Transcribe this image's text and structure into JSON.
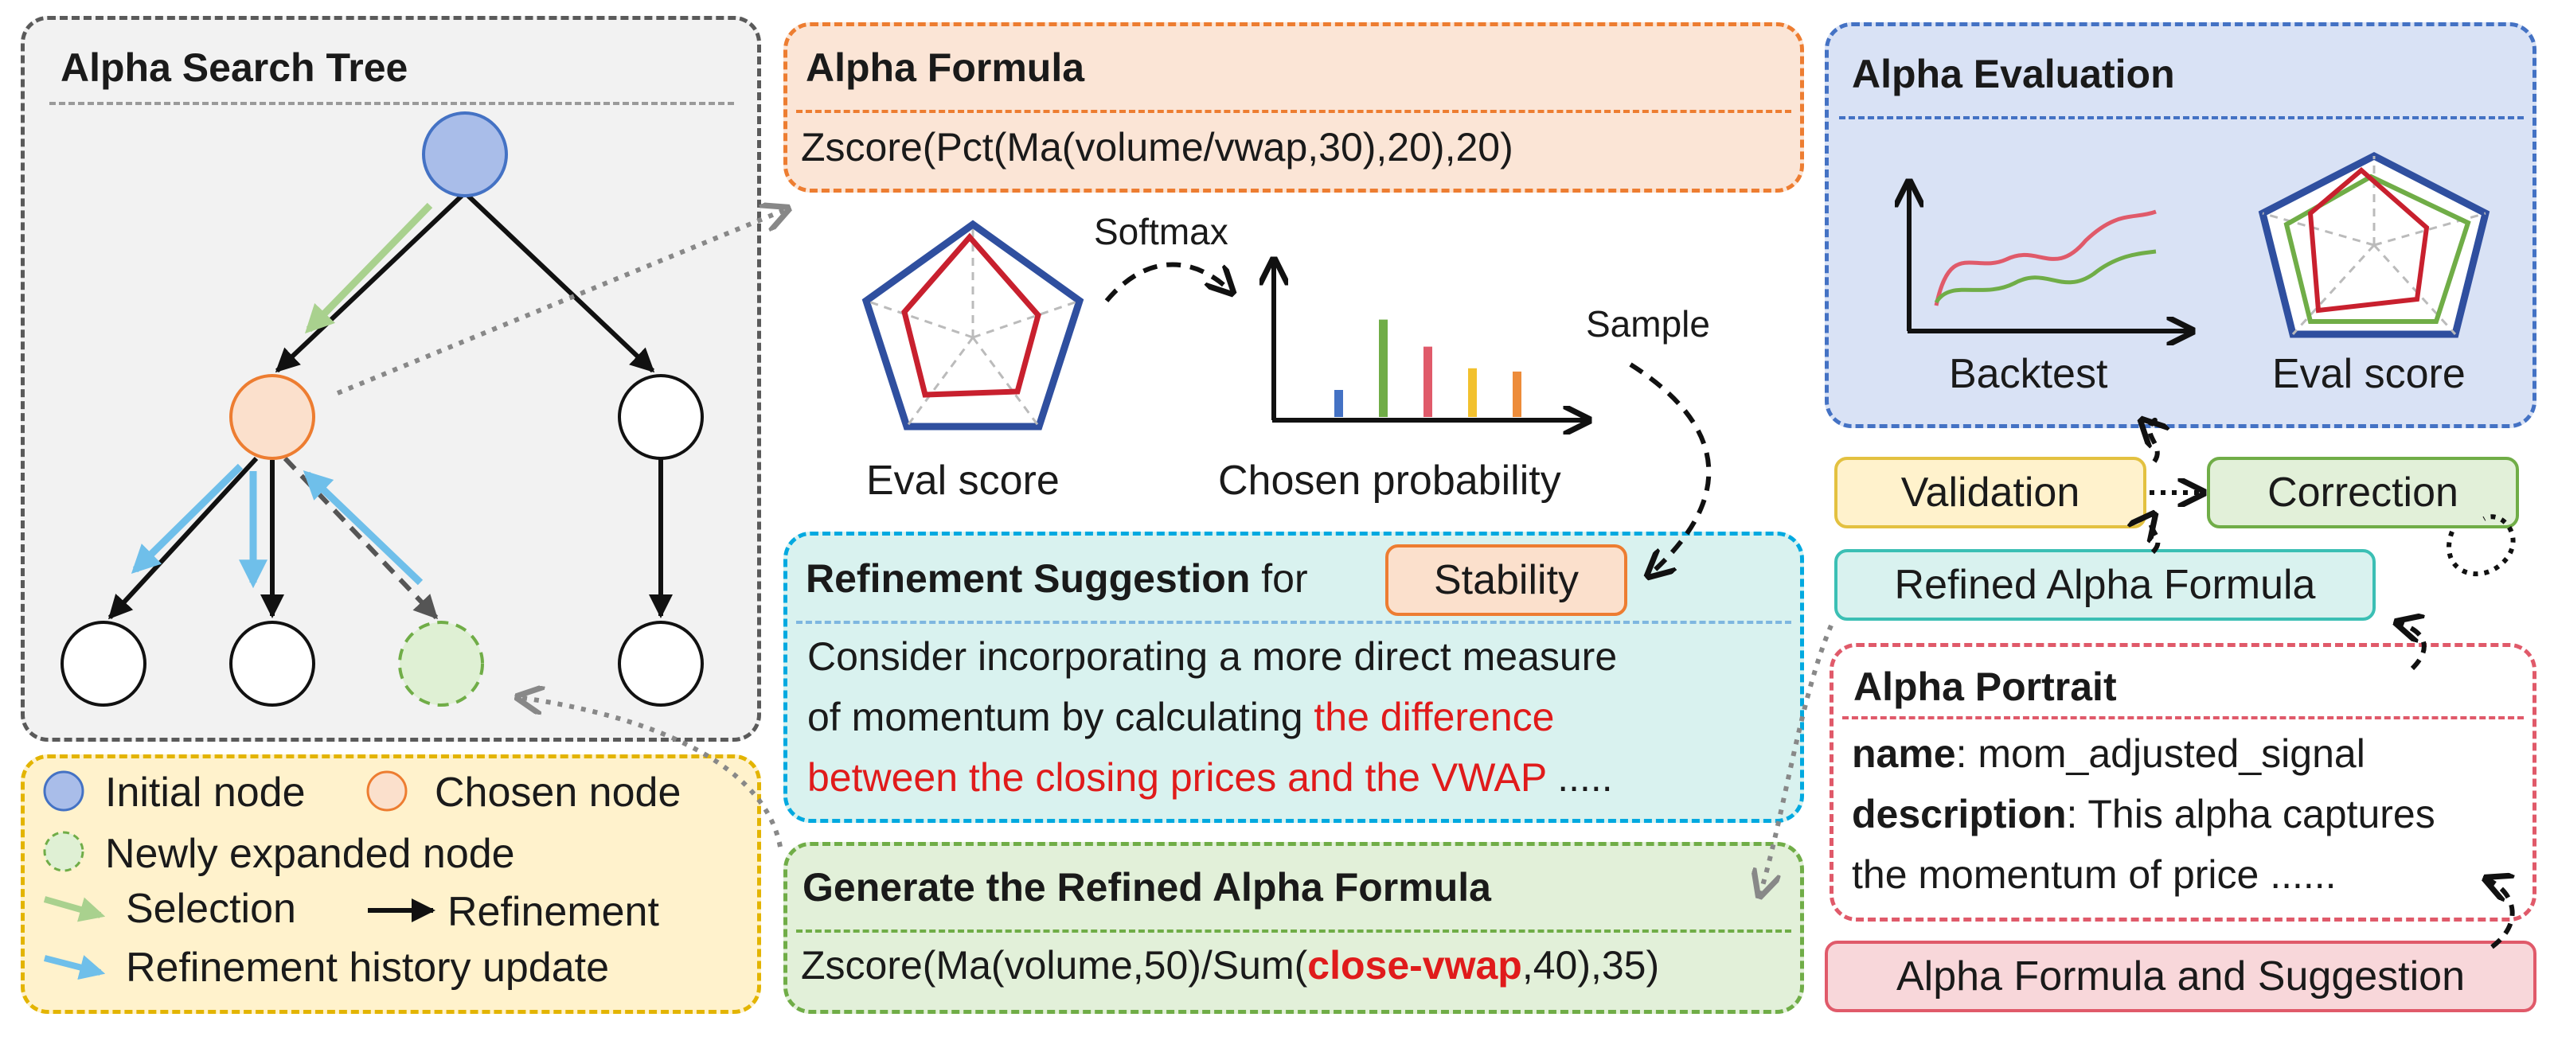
{
  "tree_panel": {
    "title": "Alpha Search Tree"
  },
  "legend": {
    "initial_node": "Initial node",
    "chosen_node": "Chosen node",
    "new_node": "Newly expanded node",
    "selection": "Selection",
    "refinement": "Refinement",
    "history_update": "Refinement history update",
    "colors": {
      "initial": "#a9bde9",
      "chosen": "#fbe0cc",
      "new": "#dff0d4",
      "selection": "#a9d18e",
      "history": "#6fbfea"
    }
  },
  "formula_panel": {
    "title": "Alpha Formula",
    "formula": "Zscore(Pct(Ma(volume/vwap,30),20),20)"
  },
  "middle": {
    "softmax": "Softmax",
    "sample": "Sample",
    "eval_score": "Eval score",
    "chosen_probability": "Chosen probability",
    "bar_values": [
      0.25,
      0.9,
      0.65,
      0.45,
      0.42
    ],
    "bar_colors": [
      "#4472c4",
      "#70ad47",
      "#e05a6a",
      "#f2c12e",
      "#ed8c3a"
    ]
  },
  "suggestion_panel": {
    "title": "Refinement Suggestion",
    "for_word": "for",
    "tag": "Stability",
    "line1": "Consider incorporating a more direct measure",
    "line2_a": "of momentum by calculating ",
    "line2_b": "the difference",
    "line3_a": "between the closing prices and the VWAP",
    "line3_b": " ....."
  },
  "generate_panel": {
    "title": "Generate the Refined Alpha Formula",
    "formula_a": "Zscore(Ma(volume,50)/Sum(",
    "formula_b": "close-vwap",
    "formula_c": ",40),35)"
  },
  "evaluation_panel": {
    "title": "Alpha Evaluation",
    "backtest": "Backtest",
    "eval_score": "Eval score"
  },
  "right_flow": {
    "validation": "Validation",
    "correction": "Correction",
    "refined_formula": "Refined Alpha Formula",
    "formula_and_suggestion": "Alpha Formula and Suggestion"
  },
  "portrait_panel": {
    "title": "Alpha Portrait",
    "name_key": "name",
    "name_value": ": mom_adjusted_signal",
    "desc_key": "description",
    "desc_value": ": This alpha captures",
    "desc_line2": "the momentum of price ......"
  }
}
